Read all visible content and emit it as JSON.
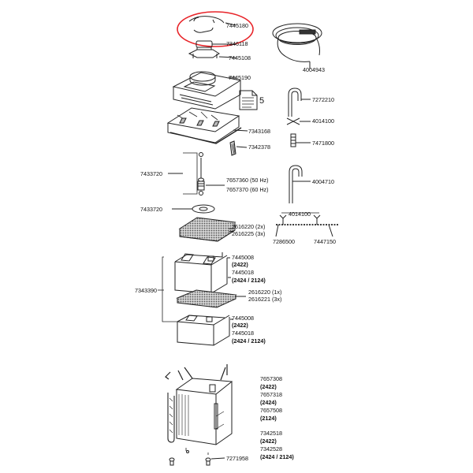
{
  "parts": {
    "p7445180": "7445180",
    "p7346118": "7346118",
    "p7445108": "7445108",
    "p4004943": "4004943",
    "p7445190": "7445190",
    "doc_count": "5",
    "p7272210": "7272210",
    "p4014100_right": "4014100",
    "p7343168": "7343168",
    "p7342378": "7342378",
    "p7471800": "7471800",
    "p7433720_top": "7433720",
    "p7657360": "7657360 (50 Hz)",
    "p7657370": "7657370 (60 Hz)",
    "p4004710": "4004710",
    "p4014100_spray": "4014100",
    "p7433720_mid": "7433720",
    "p2616220_a": "2616220 (2x)",
    "p2616225": "2616225 (3x)",
    "p7286500": "7286500",
    "p7447150": "7447150",
    "p7445008_a": "7445008",
    "m2422_a": "(2422)",
    "p7445018_a": "7445018",
    "m2424_2124_a": "(2424 / 2124)",
    "p7343390": "7343390",
    "p2616220_b": "2616220 (1x)",
    "p2616221": "2616221 (3x)",
    "p7445008_b": "7445008",
    "m2422_b": "(2422)",
    "p7445018_b": "7445018",
    "m2424_2124_b": "(2424 / 2124)",
    "p7657308": "7657308",
    "m2422_c": "(2422)",
    "p7657318": "7657318",
    "m2424": "(2424)",
    "p7657508": "7657508",
    "m2124": "(2124)",
    "p7342518": "7342518",
    "m2422_d": "(2422)",
    "p7342528": "7342528",
    "m2424_2124_c": "(2424 / 2124)",
    "p7271958": "7271958"
  },
  "colors": {
    "line": "#222222",
    "highlight": "#e8252a",
    "shade": "#9a9a9a"
  }
}
